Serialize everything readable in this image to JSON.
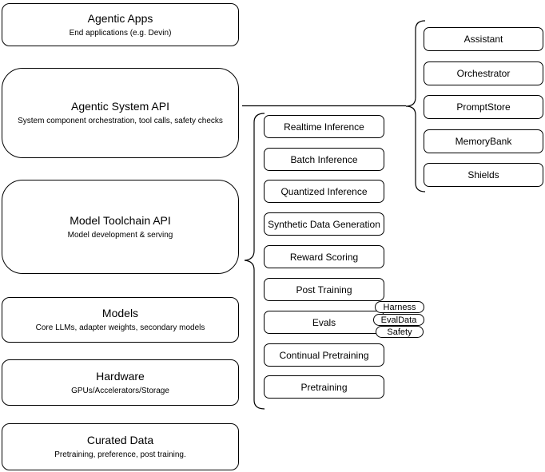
{
  "diagram": {
    "colors": {
      "stroke": "#000000",
      "fill": "#ffffff",
      "text": "#000000"
    },
    "left_stack": [
      {
        "title": "Agentic Apps",
        "subtitle": "End applications (e.g. Devin)"
      },
      {
        "title": "Agentic System API",
        "subtitle": "System component orchestration, tool calls, safety checks"
      },
      {
        "title": "Model Toolchain API",
        "subtitle": "Model development & serving"
      },
      {
        "title": "Models",
        "subtitle": "Core LLMs, adapter weights, secondary models"
      },
      {
        "title": "Hardware",
        "subtitle": "GPUs/Accelerators/Storage"
      },
      {
        "title": "Curated Data",
        "subtitle": "Pretraining, preference, post training."
      }
    ],
    "toolchain_components": [
      "Realtime Inference",
      "Batch Inference",
      "Quantized Inference",
      "Synthetic Data Generation",
      "Reward Scoring",
      "Post Training",
      "Evals",
      "Continual Pretraining",
      "Pretraining"
    ],
    "system_components": [
      "Assistant",
      "Orchestrator",
      "PromptStore",
      "MemoryBank",
      "Shields"
    ],
    "eval_tags": [
      "Harness",
      "EvalData",
      "Safety"
    ]
  }
}
